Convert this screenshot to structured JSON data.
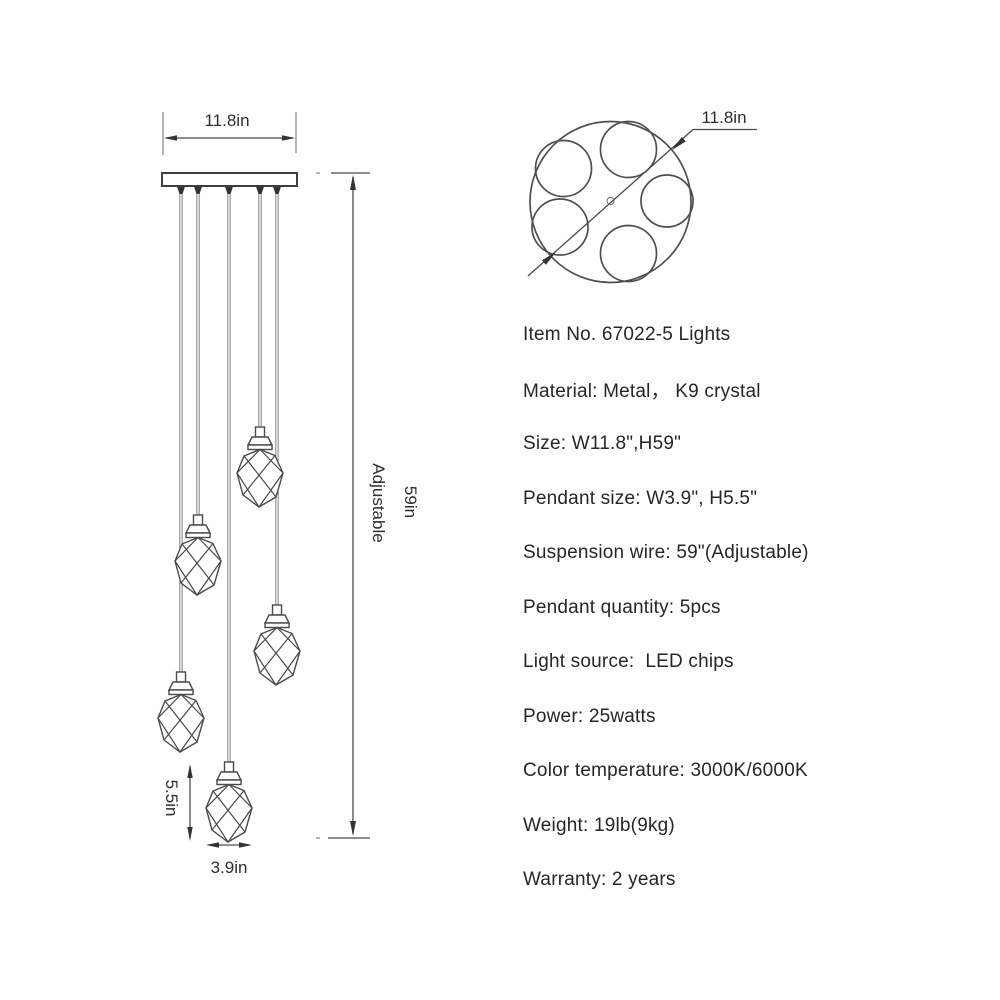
{
  "front_view": {
    "canopy_width_label": "11.8in",
    "drop_height_label": "59in",
    "drop_height_note": "Adjustable",
    "pendant_height_label": "5.5in",
    "pendant_width_label": "3.9in"
  },
  "top_view": {
    "diameter_label": "11.8in"
  },
  "specs": {
    "items": [
      "Item No. 67022-5 Lights",
      "Material: Metal， K9 crystal",
      "Size: W11.8\",H59\"",
      "Pendant size: W3.9\", H5.5\"",
      "Suspension wire: 59\"(Adjustable)",
      "Pendant quantity: 5pcs",
      "Light source:  LED chips",
      "Power: 25watts",
      "Color temperature: 3000K/6000K",
      "Weight: 19lb(9kg)",
      "Warranty: 2 years"
    ]
  },
  "colors": {
    "background": "#ffffff",
    "line": "#4a4a4a",
    "text": "#262626"
  }
}
